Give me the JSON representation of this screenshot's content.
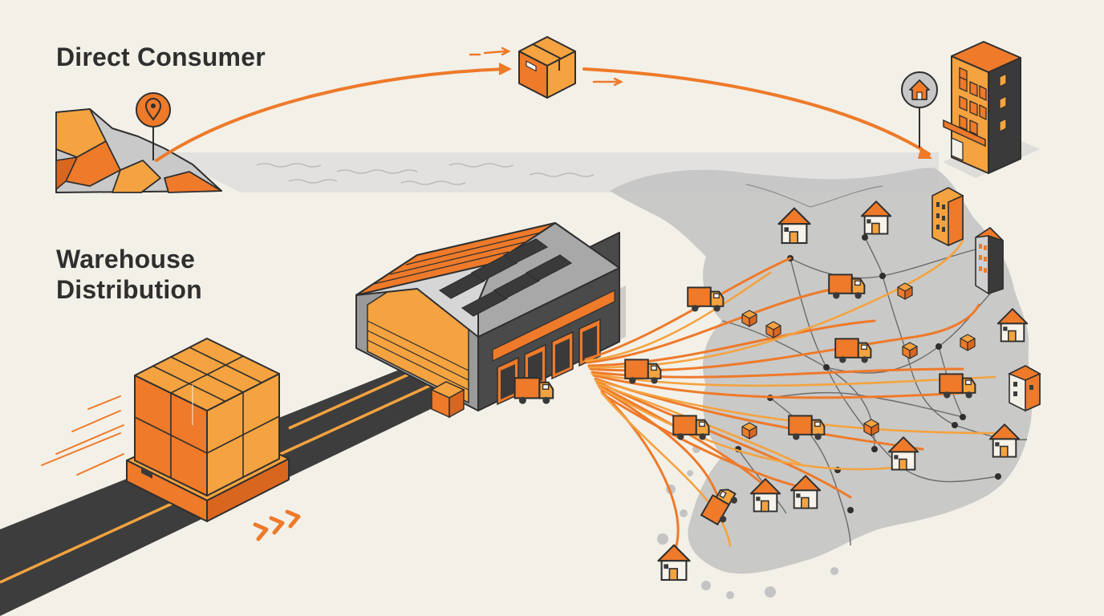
{
  "labels": {
    "direct_consumer": "Direct Consumer",
    "warehouse_line1": "Warehouse",
    "warehouse_line2": "Distribution"
  },
  "colors": {
    "background": "#f3f0e8",
    "accent_orange": "#ee7a2a",
    "accent_light_orange": "#f4a340",
    "dark_grey": "#3a3a3a",
    "land_grey": "#bfbfbf",
    "road_dark": "#3d3d3d",
    "outline": "#2f2f2f"
  },
  "icons": {
    "origin_pin": "location-pin-icon",
    "destination_pin": "home-pin-icon",
    "parcel": "parcel-box-icon",
    "truck": "delivery-truck-icon",
    "house": "house-icon",
    "building": "apartment-building-icon",
    "warehouse": "warehouse-icon",
    "pallet": "pallet-of-boxes-icon"
  }
}
